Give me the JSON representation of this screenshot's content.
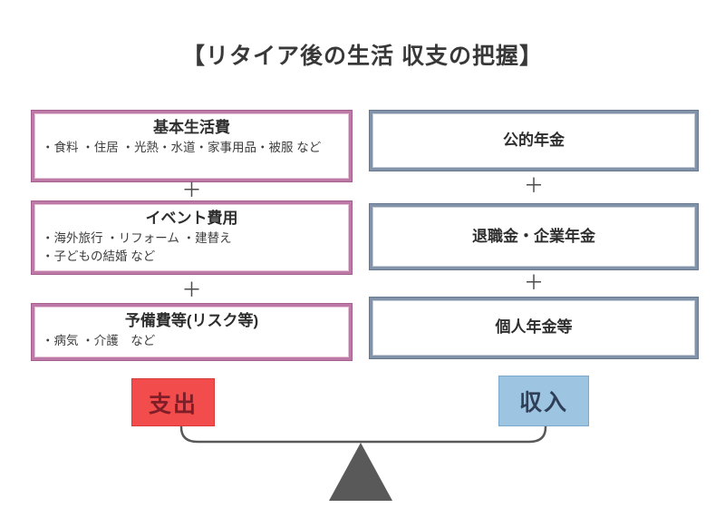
{
  "title": "【リタイア後の生活 収支の把握】",
  "plus_sign": "＋",
  "expenses": {
    "boxes": [
      {
        "heading": "基本生活費",
        "lines": [
          "・食料 ・住居 ・光熱・水道・家事用品・被服 など"
        ]
      },
      {
        "heading": "イベント費用",
        "lines": [
          "・海外旅行 ・リフォーム ・建替え",
          "・子どもの結婚 など"
        ]
      },
      {
        "heading": "予備費等(リスク等)",
        "lines": [
          "・病気 ・介護　など"
        ]
      }
    ],
    "total_label": "支出",
    "border_color": "#bd7aa6",
    "label_bg": "#f24c4c",
    "label_text_color": "#7e1e28"
  },
  "income": {
    "boxes": [
      {
        "heading": "公的年金"
      },
      {
        "heading": "退職金・企業年金"
      },
      {
        "heading": "個人年金等"
      }
    ],
    "total_label": "収入",
    "border_color": "#8292a8",
    "label_bg": "#9dc4e1",
    "label_text_color": "#303f58"
  },
  "balance": {
    "beam_color": "#595959",
    "triangle_color": "#595959"
  }
}
